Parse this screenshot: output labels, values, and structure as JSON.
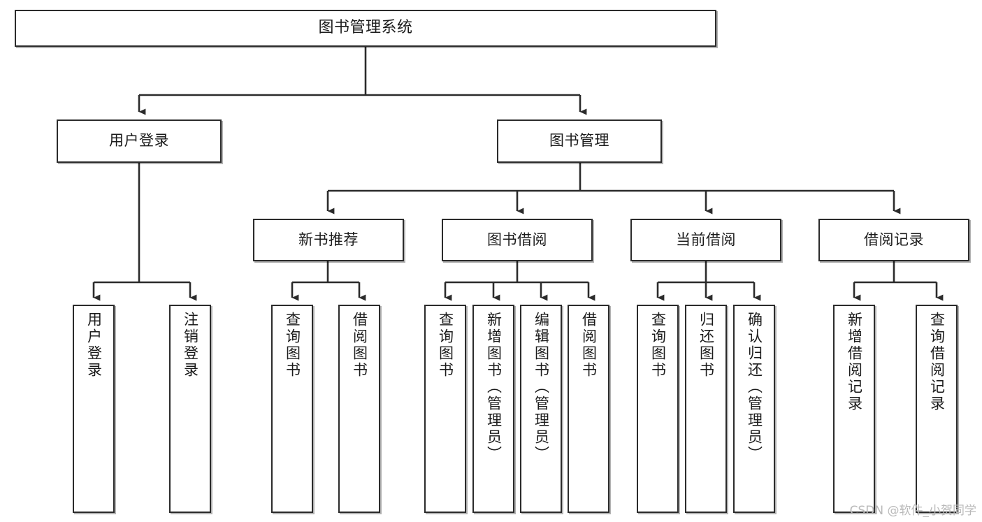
{
  "diagram": {
    "type": "tree",
    "title": "图书管理系统",
    "orientation": "top-down",
    "style": {
      "box_border_color": "#2b2b2b",
      "box_fill_color": "#ffffff",
      "edge_color": "#2b2b2b",
      "text_color": "#1b1b1b",
      "watermark_color": "#b9b9b9"
    },
    "nodes": {
      "root": {
        "label": "图书管理系统"
      },
      "level2": [
        {
          "label": "用户登录"
        },
        {
          "label": "图书管理"
        }
      ],
      "level3": [
        {
          "label": "新书推荐"
        },
        {
          "label": "图书借阅"
        },
        {
          "label": "当前借阅"
        },
        {
          "label": "借阅记录"
        }
      ],
      "leaves": {
        "user_login": [
          {
            "label": "用户登录"
          },
          {
            "label": "注销登录"
          }
        ],
        "new_book_recommend": [
          {
            "label": "查询图书"
          },
          {
            "label": "借阅图书"
          }
        ],
        "book_borrow": [
          {
            "label": "查询图书"
          },
          {
            "label": "新增图书（管理员）"
          },
          {
            "label": "编辑图书（管理员）"
          },
          {
            "label": "借阅图书"
          }
        ],
        "current_borrow": [
          {
            "label": "查询图书"
          },
          {
            "label": "归还图书"
          },
          {
            "label": "确认归还（管理员）"
          }
        ],
        "borrow_record": [
          {
            "label": "新增借阅记录"
          },
          {
            "label": "查询借阅记录"
          }
        ]
      }
    }
  },
  "watermark": {
    "text": "CSDN @软件_小贺同学"
  }
}
